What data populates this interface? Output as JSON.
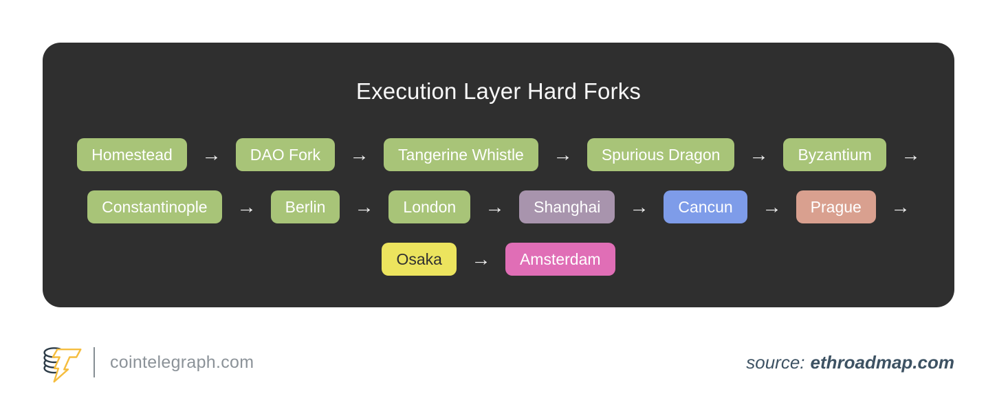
{
  "panel": {
    "title": "Execution Layer Hard Forks",
    "bg_color": "#2f2f2f",
    "arrow_glyph": "→",
    "rows": [
      {
        "badges": [
          {
            "label": "Homestead",
            "bg": "#a8c478",
            "fg": "#ffffff"
          },
          {
            "label": "DAO Fork",
            "bg": "#a8c478",
            "fg": "#ffffff"
          },
          {
            "label": "Tangerine Whistle",
            "bg": "#a8c478",
            "fg": "#ffffff"
          },
          {
            "label": "Spurious Dragon",
            "bg": "#a8c478",
            "fg": "#ffffff"
          },
          {
            "label": "Byzantium",
            "bg": "#a8c478",
            "fg": "#ffffff"
          }
        ],
        "trailing_arrow": true
      },
      {
        "badges": [
          {
            "label": "Constantinople",
            "bg": "#a8c478",
            "fg": "#ffffff"
          },
          {
            "label": "Berlin",
            "bg": "#a8c478",
            "fg": "#ffffff"
          },
          {
            "label": "London",
            "bg": "#a8c478",
            "fg": "#ffffff"
          },
          {
            "label": "Shanghai",
            "bg": "#a894ad",
            "fg": "#ffffff"
          },
          {
            "label": "Cancun",
            "bg": "#7e9ce9",
            "fg": "#ffffff"
          },
          {
            "label": "Prague",
            "bg": "#d9a08f",
            "fg": "#ffffff"
          }
        ],
        "trailing_arrow": true
      },
      {
        "badges": [
          {
            "label": "Osaka",
            "bg": "#ece45e",
            "fg": "#303030"
          },
          {
            "label": "Amsterdam",
            "bg": "#e06eb6",
            "fg": "#ffffff"
          }
        ],
        "trailing_arrow": false
      }
    ]
  },
  "footer": {
    "brand_text": "cointelegraph.com",
    "source_label": "source:",
    "source_site": "ethroadmap.com",
    "logo_coin_color": "#2c3b47",
    "logo_bolt_color": "#f5bd3e"
  }
}
